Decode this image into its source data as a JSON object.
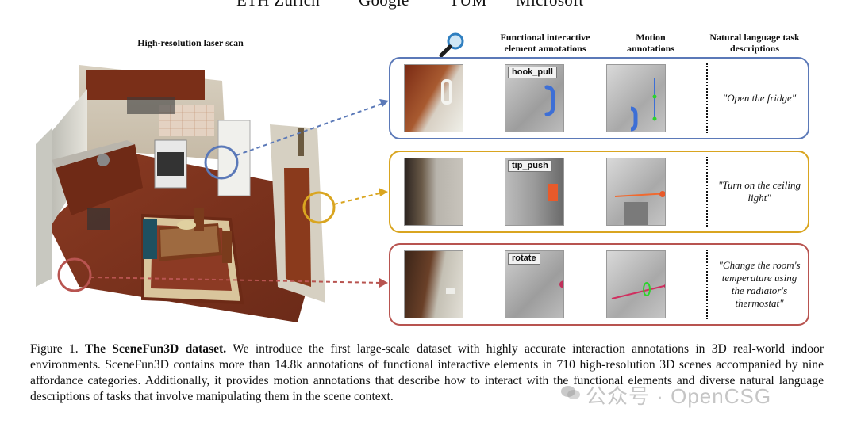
{
  "affiliations": [
    "ETH Zurich",
    "Google",
    "TUM",
    "Microsoft"
  ],
  "scan_title": "High-resolution laser scan",
  "column_headers": {
    "functional": "Functional interactive element annotations",
    "motion": "Motion annotations",
    "language": "Natural language task descriptions"
  },
  "icons": {
    "magnifier": "magnifying-glass-icon"
  },
  "colors": {
    "blue": "#5b79b8",
    "yellow": "#d9a520",
    "red": "#b85450",
    "magnifier": "#2f7fc0"
  },
  "rows": [
    {
      "affordance": "hook_pull",
      "task": "\"Open the fridge\""
    },
    {
      "affordance": "tip_push",
      "task": "\"Turn on the ceiling light\""
    },
    {
      "affordance": "rotate",
      "task": "\"Change the room's temperature using the radiator's thermostat\""
    }
  ],
  "caption": {
    "label": "Figure 1.",
    "title": "The SceneFun3D dataset.",
    "body": "We introduce the first large-scale dataset with highly accurate interaction annotations in 3D real-world indoor environments. SceneFun3D contains more than 14.8k annotations of functional interactive elements in 710 high-resolution 3D scenes accompanied by nine affordance categories. Additionally, it provides motion annotations that describe how to interact with the functional elements and diverse natural language descriptions of tasks that involve manipulating them in the scene context."
  },
  "watermark": "公众号 · OpenCSG"
}
